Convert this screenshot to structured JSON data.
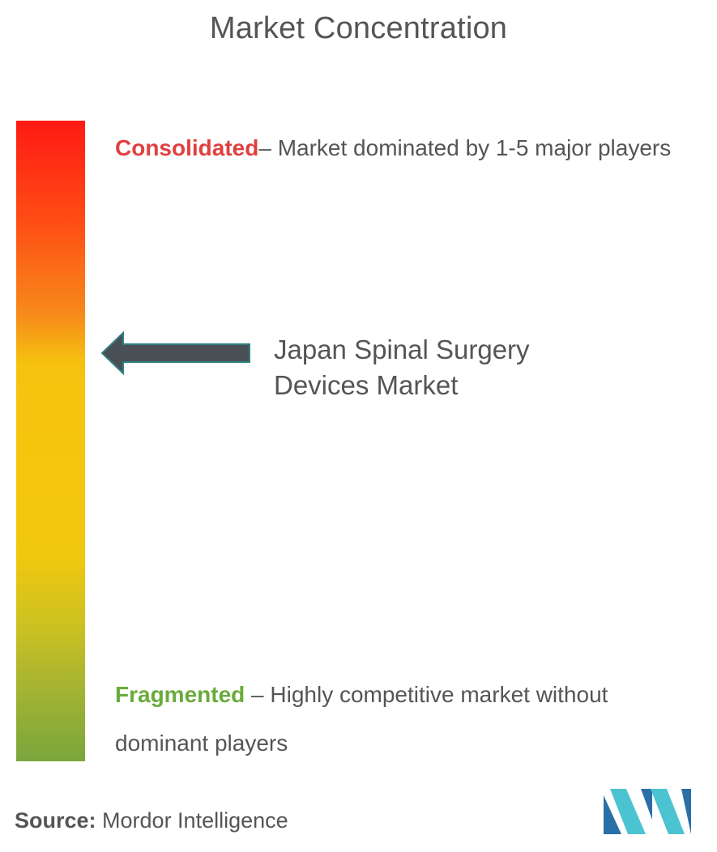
{
  "title": "Market Concentration",
  "colors": {
    "consolidated": "#e04040",
    "fragmented": "#6aab3c",
    "arrow": "#4a4f55",
    "arrow_outline": "#2e7f7f",
    "logo_dark": "#2a6fa5",
    "logo_light": "#4cc3d0"
  },
  "consolidated": {
    "label": "Consolidated",
    "description": "– Market dominated by 1-5 major players"
  },
  "fragmented": {
    "label": "Fragmented",
    "description": " – Highly competitive market without dominant players"
  },
  "market": {
    "line1": "Japan Spinal Surgery",
    "line2": "Devices Market"
  },
  "source": {
    "label": "Source:",
    "value": " Mordor Intelligence"
  },
  "chart_data": {
    "type": "gradient-scale",
    "title": "Market Concentration",
    "scale_top": "Consolidated",
    "scale_bottom": "Fragmented",
    "marker_label": "Japan Spinal Surgery Devices Market",
    "marker_position_from_top": 0.36
  }
}
